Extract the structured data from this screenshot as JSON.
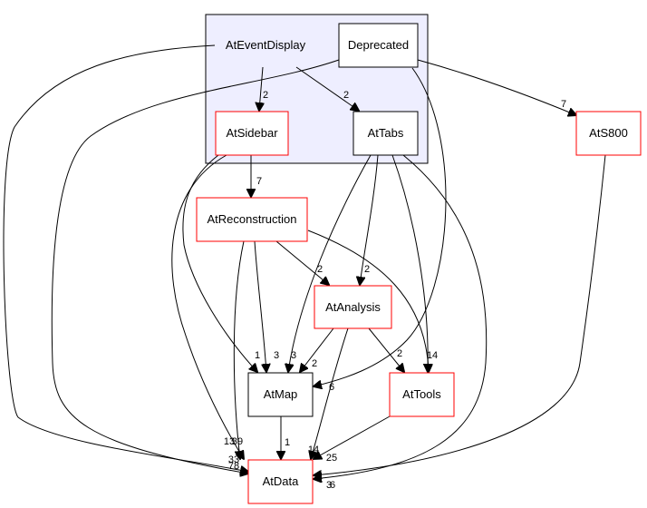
{
  "cluster": {
    "title": "AtEventDisplay"
  },
  "nodes": {
    "deprecated": "Deprecated",
    "sidebar": "AtSidebar",
    "tabs": "AtTabs",
    "s800": "AtS800",
    "reconstruction": "AtReconstruction",
    "analysis": "AtAnalysis",
    "map": "AtMap",
    "tools": "AtTools",
    "data": "AtData"
  },
  "edge_labels": {
    "ev_sidebar": "2",
    "ev_tabs": "2",
    "dep_s800": "7",
    "sidebar_recon": "7",
    "recon_analysis": "2",
    "tabs_analysis": "2",
    "sidebar_map": "1",
    "recon_map": "3",
    "tabs_map": "3",
    "analysis_map": "2",
    "dep_map": "6",
    "analysis_tools": "2",
    "tabs_tools": "1",
    "recon_tools": "4",
    "map_data": "1",
    "analysis_data": "14",
    "tools_data": "25",
    "sidebar_data": "13",
    "recon_data": "39",
    "ev_data": "33",
    "dep_data": "78",
    "tabs_data": "3",
    "s800_data": "6"
  }
}
